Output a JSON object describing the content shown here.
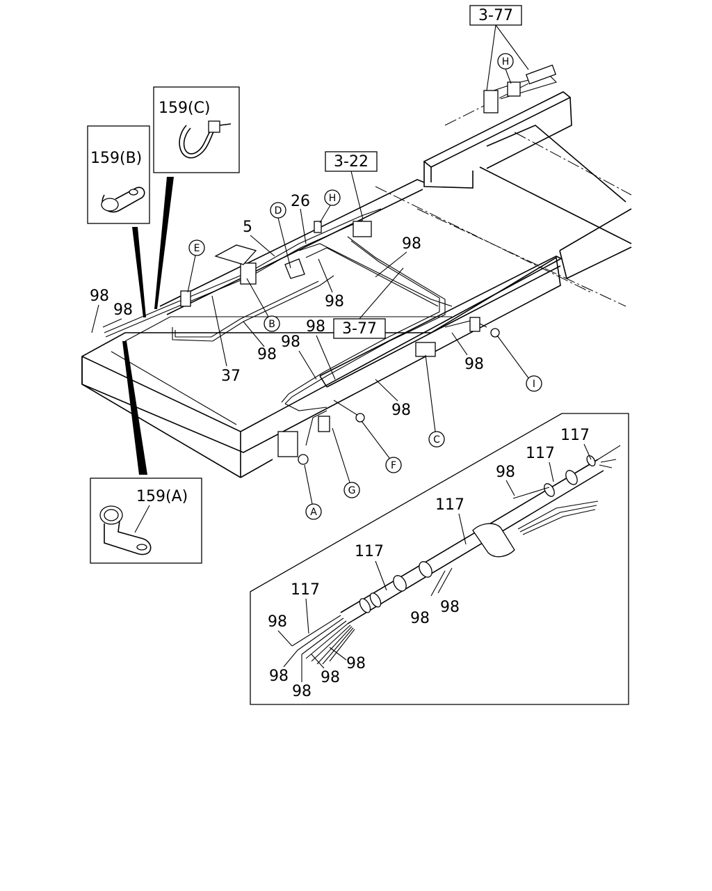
{
  "ref_boxes": [
    "3-77",
    "3-22",
    "3-77"
  ],
  "inset_labels": {
    "c": "159(C)",
    "b": "159(B)",
    "a": "159(A)"
  },
  "circle_labels": {
    "H_top": "H",
    "H_mid": "H",
    "D": "D",
    "E": "E",
    "B": "B",
    "I": "I",
    "C": "C",
    "F": "F",
    "G": "G",
    "A": "A"
  },
  "part_numbers": {
    "p26": "26",
    "p5": "5",
    "p98_a": "98",
    "p98_b": "98",
    "p98_c": "98",
    "p98_d": "98",
    "p98_e": "98",
    "p98_f": "98",
    "p98_g": "98",
    "p98_h": "98",
    "p98_i": "98",
    "p37": "37"
  },
  "harness_labels": {
    "h117_1": "117",
    "h117_2": "117",
    "h117_3": "117",
    "h117_4": "117",
    "h117_5": "117",
    "h98_1": "98",
    "h98_2": "98",
    "h98_3": "98",
    "h98_4": "98",
    "h98_5": "98",
    "h98_6": "98",
    "h98_7": "98",
    "h98_8": "98"
  }
}
